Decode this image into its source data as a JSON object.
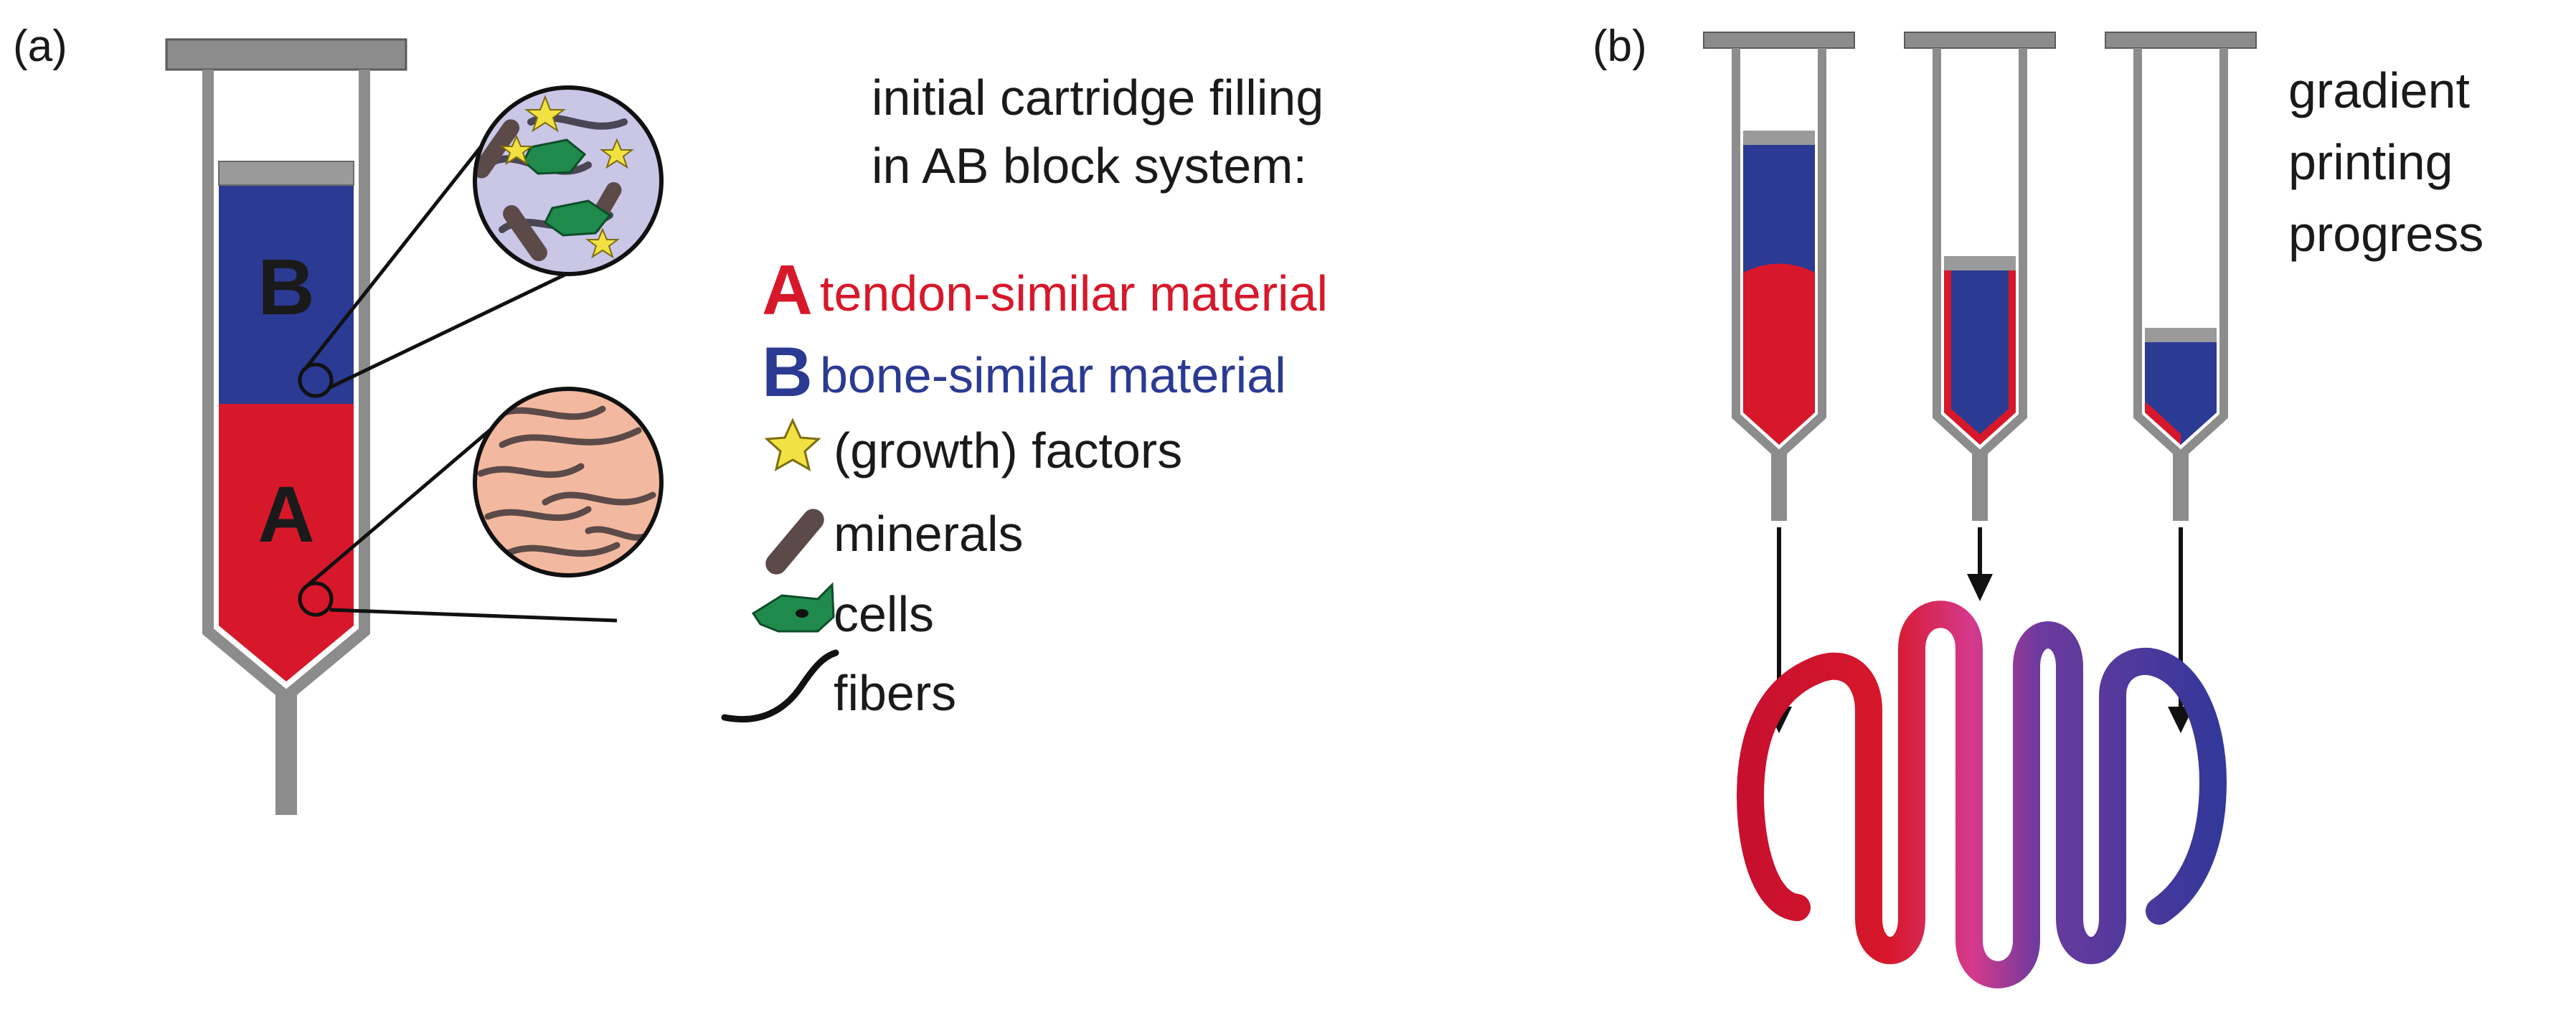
{
  "panel_a": {
    "label": "(a)",
    "block_b": "B",
    "block_a": "A",
    "caption_line1": "initial cartridge filling",
    "caption_line2": "in AB block system:",
    "legend": [
      {
        "key": "A",
        "text": "tendon-similar material",
        "color": "#d7182a"
      },
      {
        "key": "B",
        "text": "bone-similar material",
        "color": "#2b3a93"
      },
      {
        "icon": "star-icon",
        "text": "(growth) factors"
      },
      {
        "icon": "mineral-icon",
        "text": "minerals"
      },
      {
        "icon": "cell-icon",
        "text": "cells"
      },
      {
        "icon": "fiber-icon",
        "text": "fibers"
      }
    ]
  },
  "panel_b": {
    "label": "(b)",
    "caption_line1": "gradient",
    "caption_line2": "printing",
    "caption_line3": "progress"
  },
  "colors": {
    "tendon_red": "#d7182a",
    "bone_blue": "#2b3a93",
    "syringe_grey": "#8c8c8c",
    "zoom_blue_bg": "#c9c6e6",
    "zoom_peach_bg": "#f3b9a0",
    "mineral_brown": "#5b4a48",
    "cell_green": "#1f8a4c",
    "star_yellow": "#f1e142"
  }
}
